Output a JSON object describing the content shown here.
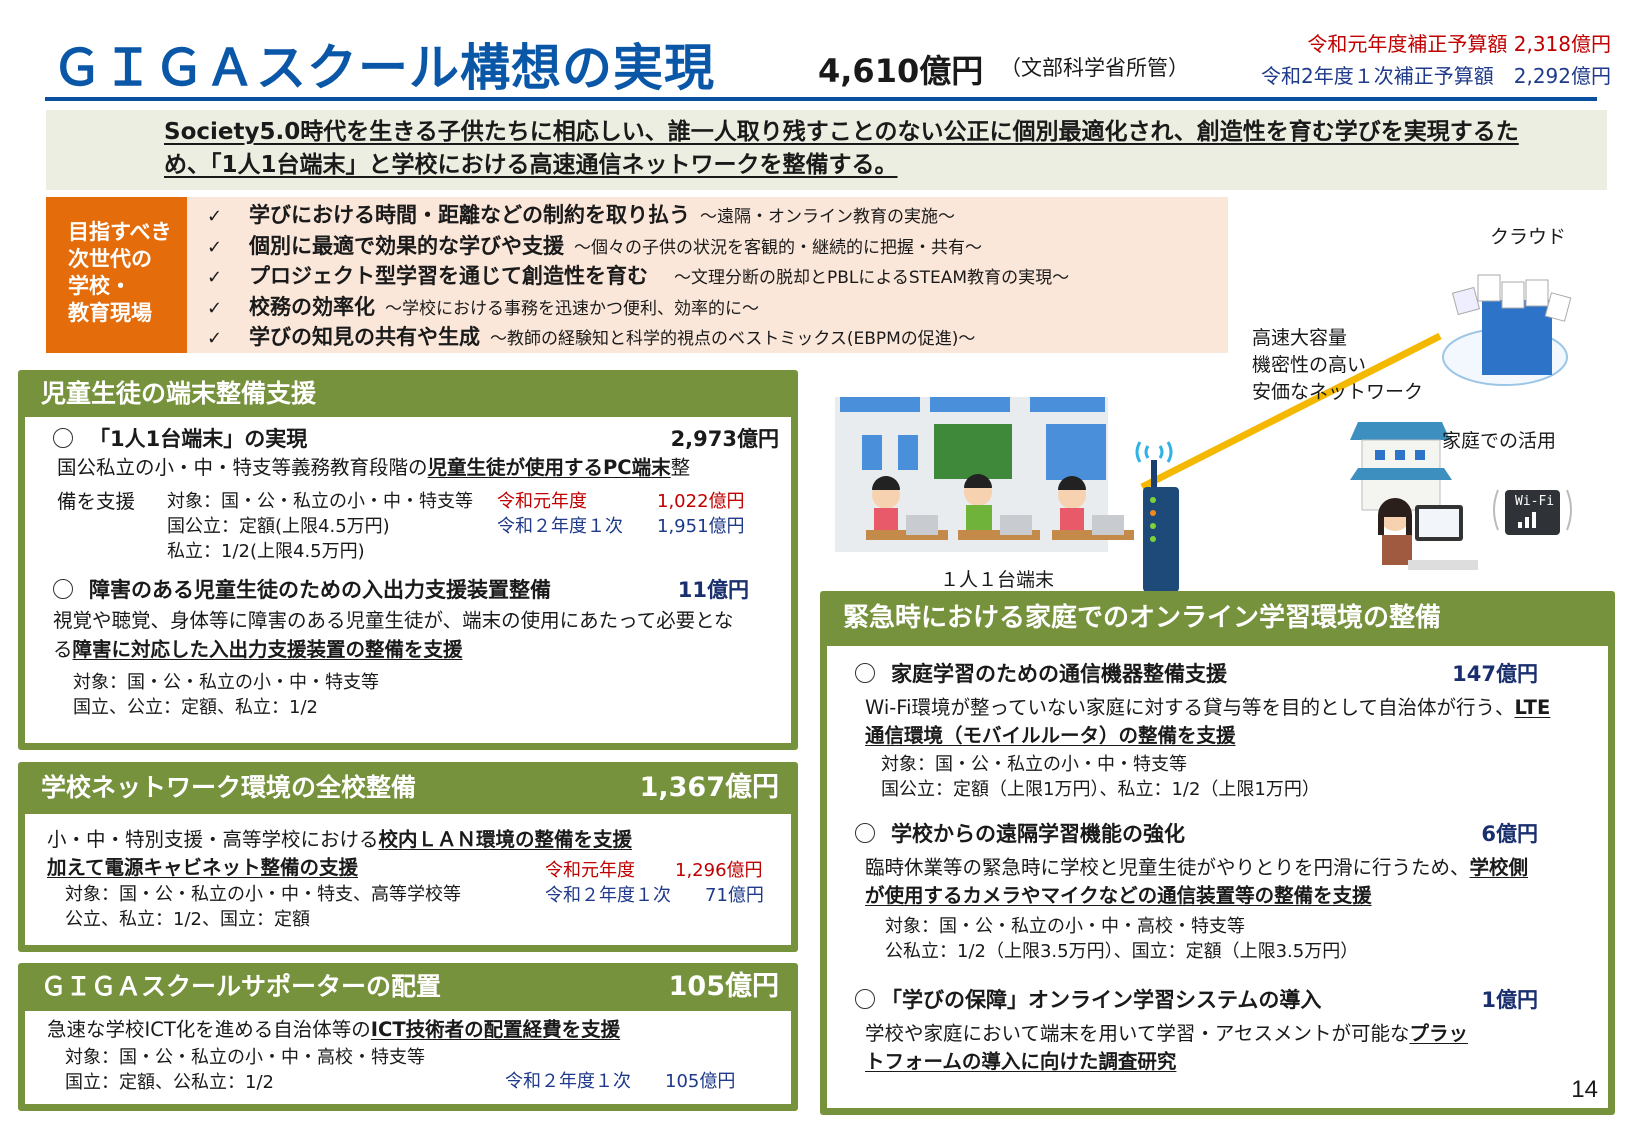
{
  "header": {
    "title": "ＧＩＧＡスクール構想の実現",
    "total_budget": "4,610億円",
    "ministry": "（文部科学省所管）",
    "budget_r1": "令和元年度補正予算額 2,318億円",
    "budget_r2": "令和2年度１次補正予算額　2,292億円"
  },
  "banner": {
    "text": "Society5.0時代を生きる子供たちに相応しい、誰一人取り残すことのない公正に個別最適化され、創造性を育む学びを実現するため、「1人1台端末」と学校における高速通信ネットワークを整備する。"
  },
  "goals": {
    "label": [
      "目指すべき",
      "次世代の",
      "学校・",
      "教育現場"
    ],
    "check_icon": "✓",
    "items": [
      {
        "main": "学びにおける時間・距離などの制約を取り払う",
        "sub": "～遠隔・オンライン教育の実施～"
      },
      {
        "main": "個別に最適で効果的な学びや支援",
        "sub": "～個々の子供の状況を客観的・継続的に把握・共有～"
      },
      {
        "main": "プロジェクト型学習を通じて創造性を育む",
        "sub": "～文理分断の脱却とPBLによるSTEAM教育の実現～"
      },
      {
        "main": "校務の効率化",
        "sub": "～学校における事務を迅速かつ便利、効率的に～"
      },
      {
        "main": "学びの知見の共有や生成",
        "sub": "～教師の経験知と科学的視点のベストミックス(EBPMの促進)～"
      }
    ]
  },
  "devices": {
    "heading": "児童生徒の端末整備支援",
    "item1": {
      "title": "「1人1台端末」の実現",
      "amount": "2,973億円",
      "desc_pre": "国公私立の小・中・特支等義務教育段階の",
      "desc_bold": "児童生徒が使用するPC端末",
      "desc_post": "整",
      "desc_line2": "備を支援",
      "target": "対象：国・公・私立の小・中・特支等",
      "rate1": "国公立：定額(上限4.5万円)",
      "rate2": "私立：1/2(上限4.5万円)",
      "fund_r1_label": "令和元年度",
      "fund_r1_value": "1,022億円",
      "fund_r2_label": "令和２年度１次",
      "fund_r2_value": "1,951億円"
    },
    "item2": {
      "title": "障害のある児童生徒のための入出力支援装置整備",
      "amount": "11億円",
      "desc_line1": "視覚や聴覚、身体等に障害のある児童生徒が、端末の使用にあたって必要とな",
      "desc_pre": "る",
      "desc_bold": "障害に対応した入出力支援装置の整備を支援",
      "target": "対象：国・公・私立の小・中・特支等",
      "rate": "国立、公立：定額、私立：1/2"
    }
  },
  "network": {
    "heading": "学校ネットワーク環境の全校整備",
    "amount": "1,367億円",
    "desc_pre": "小・中・特別支援・高等学校における",
    "desc_bold": "校内ＬＡＮ環境の整備を支援",
    "desc_line2": "加えて電源キャビネット整備の支援",
    "target": "対象：国・公・私立の小・中・特支、高等学校等",
    "rate": "公立、私立：1/2、国立：定額",
    "fund_r1_label": "令和元年度",
    "fund_r1_value": "1,296億円",
    "fund_r2_label": "令和２年度１次",
    "fund_r2_value": "71億円"
  },
  "supporter": {
    "heading": "ＧＩＧＡスクールサポーターの配置",
    "amount": "105億円",
    "desc_pre": "急速な学校ICT化を進める自治体等の",
    "desc_bold": "ICT技術者の配置経費を支援",
    "target": "対象：国・公・私立の小・中・高校・特支等",
    "rate": "国立：定額、公私立：1/2",
    "fund_r2_label": "令和２年度１次",
    "fund_r2_value": "105億円"
  },
  "illustration": {
    "cloud_label": "クラウド",
    "network_label": [
      "高速大容量",
      "機密性の高い",
      "安価なネットワーク"
    ],
    "home_label": "家庭での活用",
    "device_label": "１人１台端末",
    "wifi_label": "Wi-Fi"
  },
  "emergency": {
    "heading": "緊急時における家庭でのオンライン学習環境の整備",
    "item1": {
      "title": "家庭学習のための通信機器整備支援",
      "amount": "147億円",
      "desc_pre": "Wi-Fi環境が整っていない家庭に対する貸与等を目的として自治体が行う、",
      "desc_bold1": "LTE",
      "desc_bold2": "通信環境（モバイルルータ）の整備を支援",
      "target": "対象：国・公・私立の小・中・特支等",
      "rate": "国公立：定額（上限1万円）、私立：1/2（上限1万円）"
    },
    "item2": {
      "title": "学校からの遠隔学習機能の強化",
      "amount": "6億円",
      "desc_pre": "臨時休業等の緊急時に学校と児童生徒がやりとりを円滑に行うため、",
      "desc_bold1": "学校側",
      "desc_bold2": "が使用するカメラやマイクなどの通信装置等の整備を支援",
      "target": "対象：国・公・私立の小・中・高校・特支等",
      "rate": "公私立：1/2（上限3.5万円）、国立：定額（上限3.5万円）"
    },
    "item3": {
      "title": "「学びの保障」オンライン学習システムの導入",
      "amount": "1億円",
      "desc_pre": "学校や家庭において端末を用いて学習・アセスメントが可能な",
      "desc_bold1": "プラッ",
      "desc_bold2": "トフォームの導入に向けた調査研究"
    }
  },
  "page_number": "14",
  "colors": {
    "title_blue": "#0a57a8",
    "rule_blue": "#0a4fa0",
    "section_green": "#77923c",
    "goal_orange": "#e46c0a",
    "goal_peach": "#fbe7da",
    "banner_bg": "#ebeee0",
    "budget_red": "#c00000",
    "budget_navy": "#1f3a8a",
    "network_line": "#f5b800"
  }
}
